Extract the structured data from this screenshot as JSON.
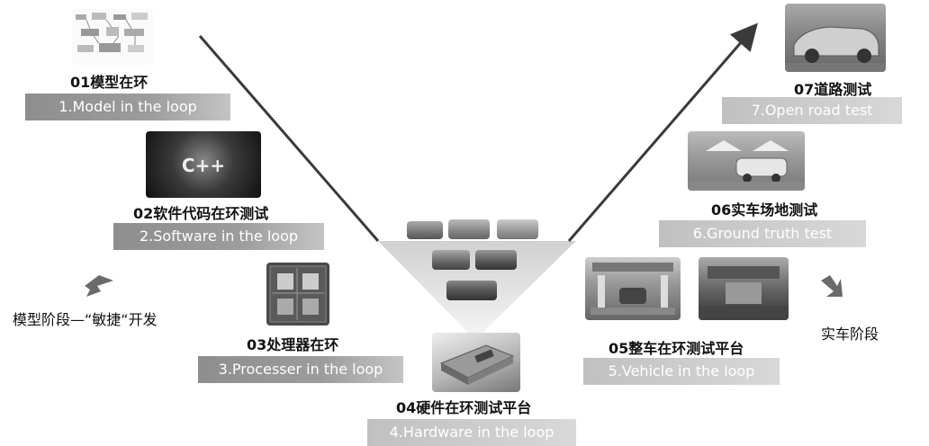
{
  "steps": [
    {
      "cn": "01模型在环",
      "en": "1.Model in the loop"
    },
    {
      "cn": "02软件代码在环测试",
      "en": "2.Software in the loop"
    },
    {
      "cn": "03处理器在环",
      "en": "3.Processer in the loop"
    },
    {
      "cn": "04硬件在环测试平台",
      "en": "4.Hardware in the loop"
    },
    {
      "cn": "05整车在环测试平台",
      "en": "5.Vehicle in the loop"
    },
    {
      "cn": "06实车场地测试",
      "en": "6.Ground truth test"
    },
    {
      "cn": "07道路测试",
      "en": "7.Open road test"
    }
  ],
  "side_labels": {
    "left": "模型阶段—“敏捷“开发",
    "right": "实车阶段"
  },
  "code_image_text": "C++",
  "colors": {
    "arrow": "#3a3a3a",
    "bar_dark": "#9a9a9a",
    "bar_light": "#d0d0d0"
  }
}
